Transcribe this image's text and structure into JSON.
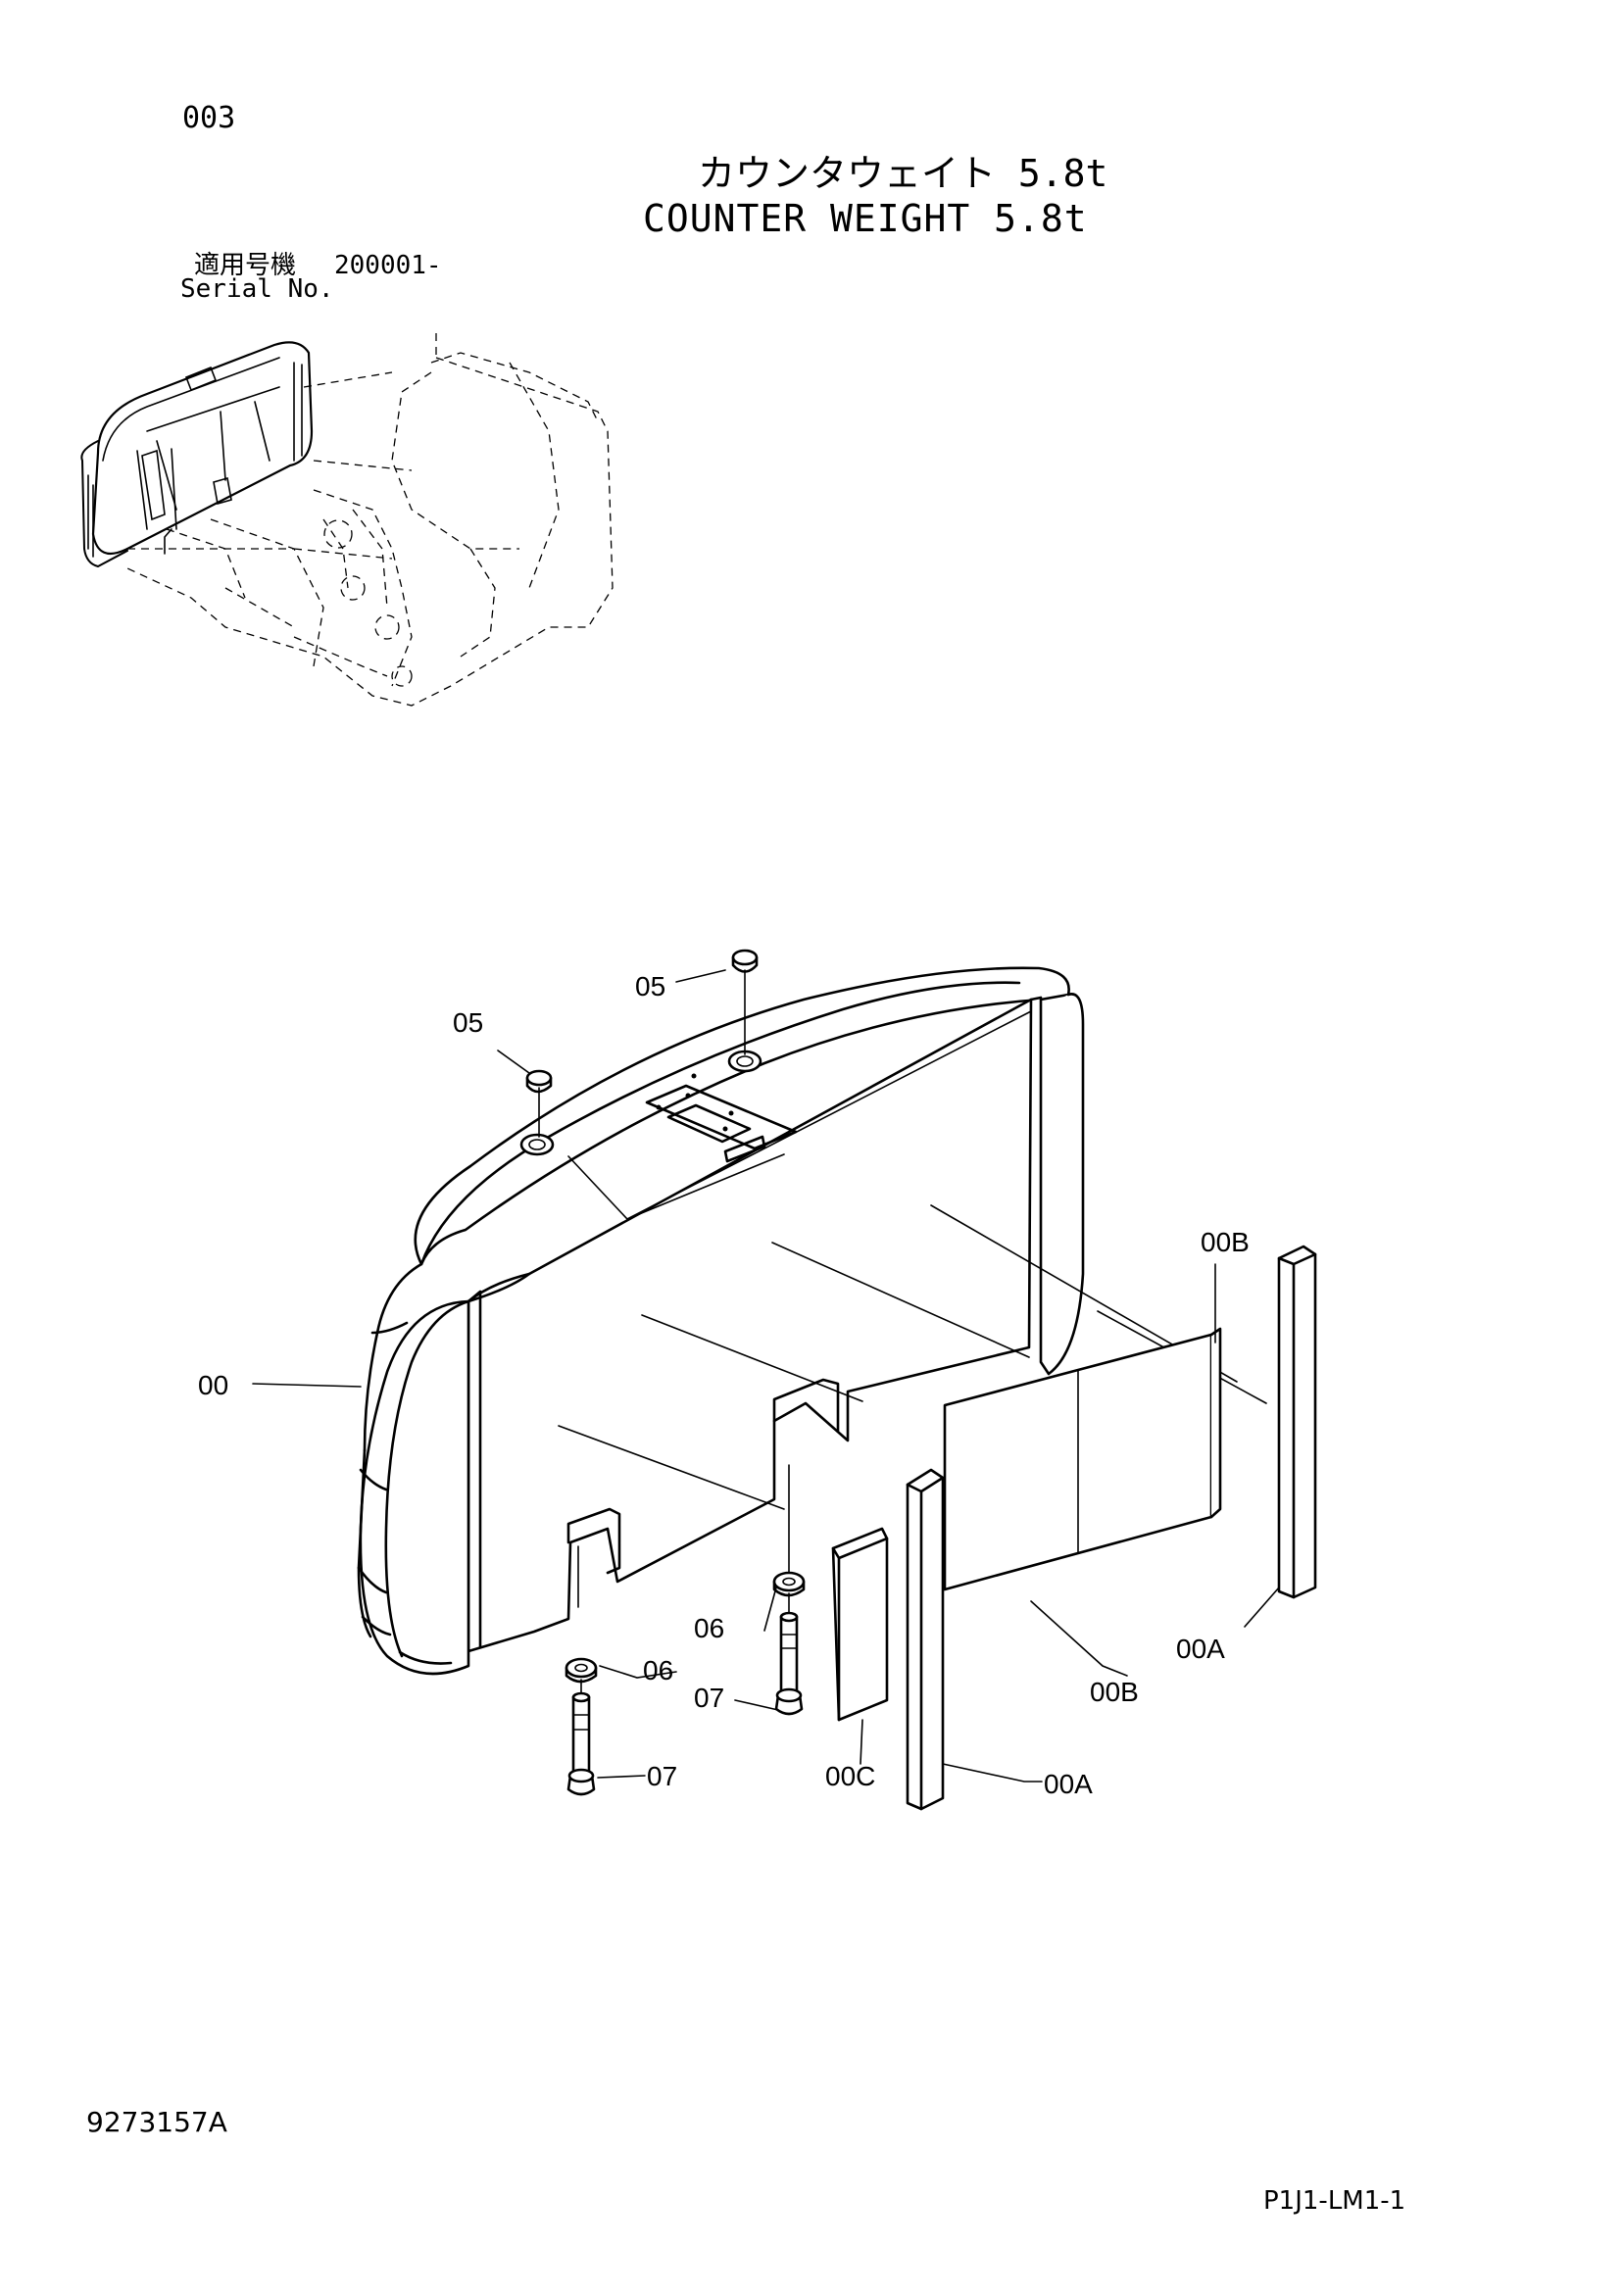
{
  "header": {
    "page_number": "003",
    "title_jp": "カウンタウェイト 5.8t",
    "title_en": "COUNTER WEIGHT 5.8t",
    "serial_label_jp": "適用号機",
    "serial_label_en": "Serial No.",
    "serial_value": "200001-"
  },
  "part_labels": {
    "p00": "00",
    "p00A_right": "00A",
    "p00A_bottom": "00A",
    "p00B_top": "00B",
    "p00B_bottom": "00B",
    "p00C": "00C",
    "p05_left": "05",
    "p05_right": "05",
    "p06_left": "06",
    "p06_right": "06",
    "p07_left": "07",
    "p07_right": "07"
  },
  "footer": {
    "document_number": "9273157A",
    "page_code": "P1J1-LM1-1"
  }
}
